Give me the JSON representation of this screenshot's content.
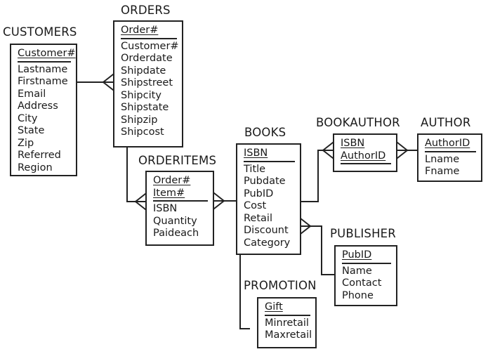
{
  "entities": {
    "customers": {
      "name": "CUSTOMERS",
      "key": [
        "Customer#"
      ],
      "attributes": [
        "Lastname",
        "Firstname",
        "Email",
        "Address",
        "City",
        "State",
        "Zip",
        "Referred",
        "Region"
      ]
    },
    "orders": {
      "name": "ORDERS",
      "key": [
        "Order#"
      ],
      "attributes": [
        "Customer#",
        "Orderdate",
        "Shipdate",
        "Shipstreet",
        "Shipcity",
        "Shipstate",
        "Shipzip",
        "Shipcost"
      ]
    },
    "orderitems": {
      "name": "ORDERITEMS",
      "key": [
        "Order#",
        "Item#"
      ],
      "attributes": [
        "ISBN",
        "Quantity",
        "Paideach"
      ]
    },
    "books": {
      "name": "BOOKS",
      "key": [
        "ISBN"
      ],
      "attributes": [
        "Title",
        "Pubdate",
        "PubID",
        "Cost",
        "Retail",
        "Discount",
        "Category"
      ]
    },
    "bookauthor": {
      "name": "BOOKAUTHOR",
      "key": [
        "ISBN",
        "AuthorID"
      ],
      "attributes": []
    },
    "author": {
      "name": "AUTHOR",
      "key": [
        "AuthorID"
      ],
      "attributes": [
        "Lname",
        "Fname"
      ]
    },
    "publisher": {
      "name": "PUBLISHER",
      "key": [
        "PubID"
      ],
      "attributes": [
        "Name",
        "Contact",
        "Phone"
      ]
    },
    "promotion": {
      "name": "PROMOTION",
      "key": [
        "Gift"
      ],
      "attributes": [
        "Minretail",
        "Maxretail"
      ]
    }
  },
  "relationships": [
    {
      "from": "customers",
      "to": "orders",
      "cardinality": "one-to-many"
    },
    {
      "from": "orders",
      "to": "orderitems",
      "cardinality": "one-to-many"
    },
    {
      "from": "books",
      "to": "orderitems",
      "cardinality": "one-to-many"
    },
    {
      "from": "books",
      "to": "bookauthor",
      "cardinality": "one-to-many"
    },
    {
      "from": "author",
      "to": "bookauthor",
      "cardinality": "one-to-many"
    },
    {
      "from": "publisher",
      "to": "books",
      "cardinality": "one-to-many"
    },
    {
      "from": "books",
      "to": "promotion",
      "cardinality": "unlinked"
    }
  ],
  "colors": {
    "line": "#222222",
    "text": "#1a1a1a",
    "background": "#ffffff"
  }
}
